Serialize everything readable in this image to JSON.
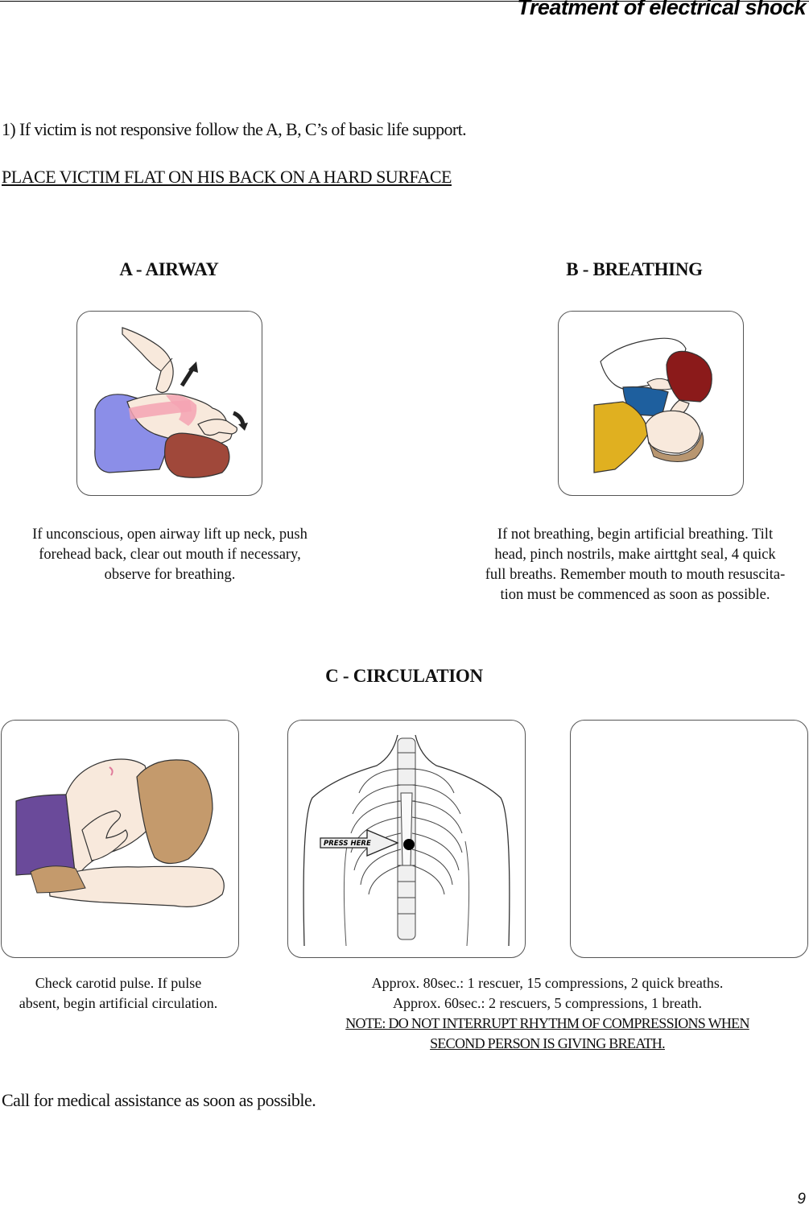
{
  "header": {
    "title": "Treatment of electrical shock"
  },
  "intro": "1) If victim is not responsive follow the A, B, C’s of basic life support.",
  "instruction": "PLACE VICTIM FLAT ON HIS BACK ON A HARD SURFACE",
  "airway": {
    "heading": "A - AIRWAY",
    "caption_lines": [
      "If unconscious, open airway lift up neck, push",
      "forehead back, clear out mouth if necessary,",
      "observe for breathing."
    ]
  },
  "breathing": {
    "heading": "B - BREATHING",
    "caption_lines": [
      "If not breathing, begin artificial breathing. Tilt",
      "head, pinch nostrils, make airttght seal, 4 quick",
      "full breaths. Remember mouth to mouth resuscita-",
      "tion must be commenced as soon as possible."
    ]
  },
  "circulation": {
    "heading": "C - CIRCULATION",
    "pulse_caption_lines": [
      "Check carotid pulse. If pulse",
      "absent, begin artificial circulation."
    ],
    "press_label": "PRESS HERE",
    "compression_lines": [
      "Approx. 80sec.: 1 rescuer, 15 compressions, 2 quick breaths.",
      "Approx. 60sec.: 2 rescuers, 5 compressions, 1 breath."
    ],
    "note_lines": [
      "NOTE: DO NOT INTERRUPT RHYTHM OF COMPRESSIONS WHEN",
      "SECOND PERSON IS GIVING BREATH."
    ]
  },
  "footer": "Call for medical assistance as soon as possible.",
  "page_number": "9",
  "colors": {
    "sweater_blue": "#8b8ee8",
    "hair_brown": "#a0483a",
    "airway_highlight": "#f4a3b3",
    "rescuer_hair": "#8b1a1a",
    "victim_shirt": "#e0b020",
    "shirt_blue": "#1e5f9e",
    "purple_collar": "#6a4a9a",
    "tan_hair": "#c49a6c",
    "skin": "#f8e9dc"
  }
}
